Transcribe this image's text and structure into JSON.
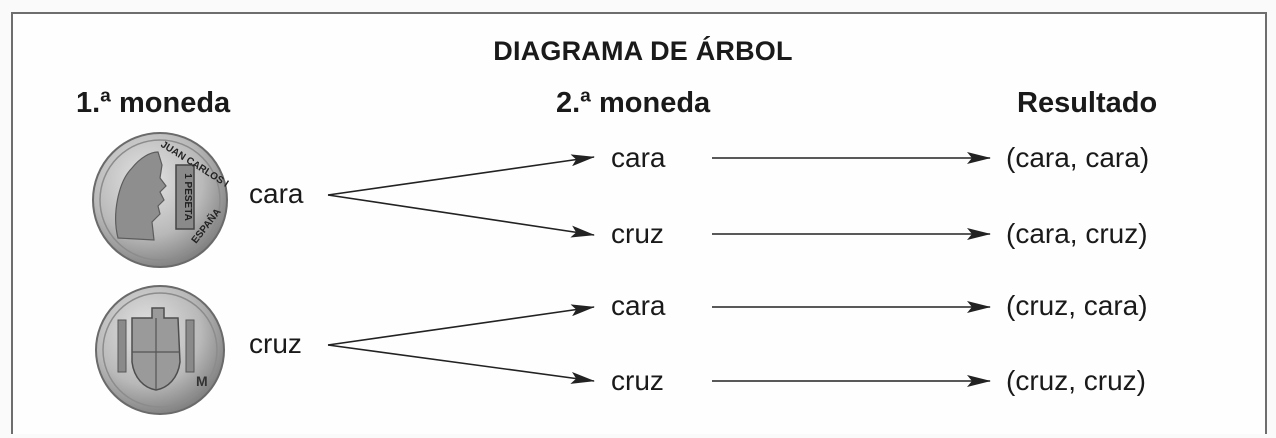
{
  "title": "DIAGRAMA DE ÁRBOL",
  "headers": {
    "first": "1.ª moneda",
    "second": "2.ª moneda",
    "result": "Resultado"
  },
  "coin_front_text": {
    "name": "JUAN CARLOS I",
    "country": "ESPAÑA",
    "value": "1 PESETA"
  },
  "branches": [
    {
      "first_label": "cara",
      "second": [
        {
          "label": "cara",
          "result": "(cara, cara)"
        },
        {
          "label": "cruz",
          "result": "(cara, cruz)"
        }
      ]
    },
    {
      "first_label": "cruz",
      "second": [
        {
          "label": "cara",
          "result": "(cruz, cara)"
        },
        {
          "label": "cruz",
          "result": "(cruz, cruz)"
        }
      ]
    }
  ],
  "colors": {
    "ink": "#1a1a1a",
    "coin": "#b9b9b9",
    "border": "#6e6e6e"
  }
}
